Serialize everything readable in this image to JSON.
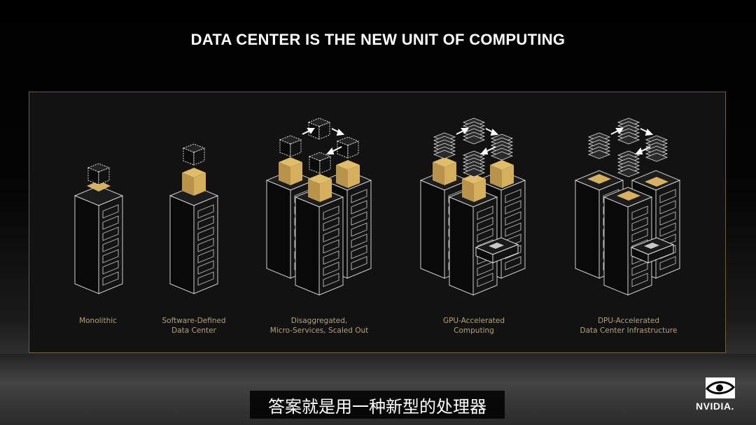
{
  "title": "DATA CENTER IS THE NEW UNIT OF COMPUTING",
  "stages": [
    {
      "line1": "Monolithic",
      "line2": ""
    },
    {
      "line1": "Software-Defined",
      "line2": "Data Center"
    },
    {
      "line1": "Disaggregated,",
      "line2": "Micro-Services, Scaled Out"
    },
    {
      "line1": "GPU-Accelerated",
      "line2": "Computing"
    },
    {
      "line1": "DPU-Accelerated",
      "line2": "Data Center Infrastructure"
    }
  ],
  "subtitle": "答案就是用一种新型的处理器",
  "logo": {
    "text": "NVIDIA."
  },
  "colors": {
    "gold": "#c4a35a",
    "accent": "#76b900",
    "panel_border": "#6e5e33"
  }
}
